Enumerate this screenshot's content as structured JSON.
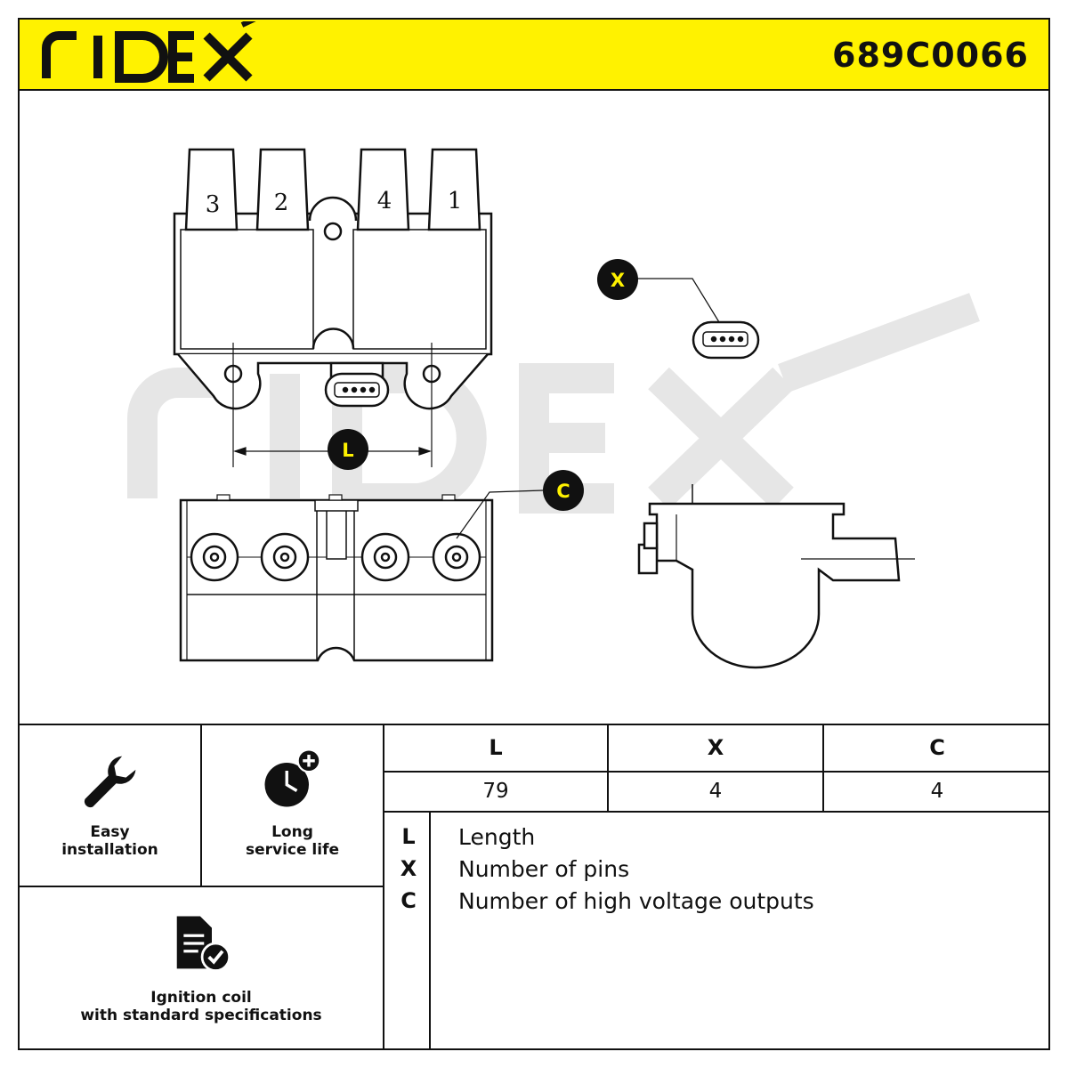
{
  "brand": {
    "name": "RIDEX",
    "part_number": "689C0066",
    "accent_color": "#fff200"
  },
  "drawing": {
    "coil_numbers": [
      "3",
      "2",
      "4",
      "1"
    ],
    "callouts": {
      "length": "L",
      "pins": "X",
      "outputs": "C"
    }
  },
  "features": [
    {
      "icon": "wrench-icon",
      "label_line1": "Easy",
      "label_line2": "installation"
    },
    {
      "icon": "clock-plus-icon",
      "label_line1": "Long",
      "label_line2": "service life"
    },
    {
      "icon": "document-check-icon",
      "label_line1": "Ignition coil",
      "label_line2": "with standard specifications"
    }
  ],
  "specs": {
    "headers": [
      "L",
      "X",
      "C"
    ],
    "values": [
      "79",
      "4",
      "4"
    ]
  },
  "legend": [
    {
      "key": "L",
      "text": "Length"
    },
    {
      "key": "X",
      "text": "Number of pins"
    },
    {
      "key": "C",
      "text": "Number of high voltage outputs"
    }
  ]
}
